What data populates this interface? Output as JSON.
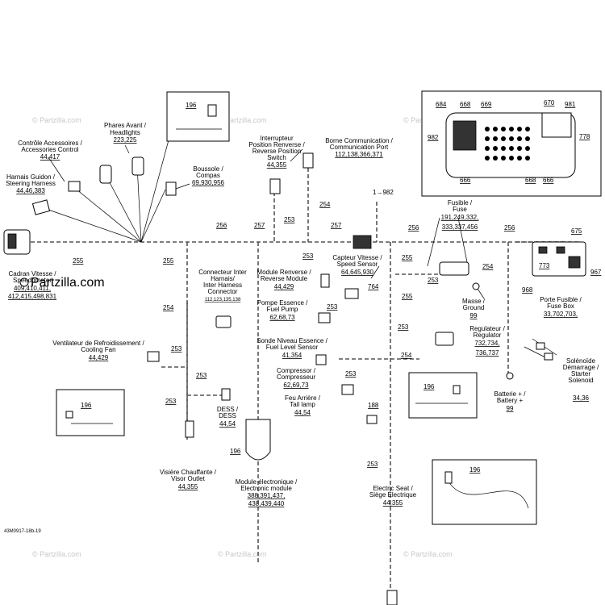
{
  "watermark": "© Partzilla.com",
  "big_watermark": "Partzilla.com",
  "figure_code": "43M0917-18b-19",
  "labels": {
    "phares_l1": "Phares Avant /",
    "phares_l2": "Headlights",
    "phares_n": "223,225",
    "controle_l1": "Contrôle Accessoires /",
    "controle_l2": "Accessories Control",
    "controle_n": "44,417",
    "guidon_l1": "Harnais Guidon /",
    "guidon_l2": "Steering Harness",
    "guidon_n": "44,46,383",
    "boussole_l1": "Boussole /",
    "boussole_l2": "Compas",
    "boussole_n": "69,930,956",
    "interrupteur_l1": "Interrupteur",
    "interrupteur_l2": "Position Renverse /",
    "interrupteur_l3": "Reverse Position",
    "interrupteur_l4": "Switch",
    "interrupteur_n": "44,355",
    "borne_l1": "Borne Communication /",
    "borne_l2": "Communication Port",
    "borne_n": "112,138,366,371",
    "cadran_l1": "Cadran Vitesse /",
    "cadran_l2": "Speedometer",
    "cadran_n1": "409,410,411,",
    "cadran_n2": "412,415,498,831",
    "connecteur_l1": "Connecteur Inter",
    "connecteur_l2": "Harnais/",
    "connecteur_l3": "Inter Harness",
    "connecteur_l4": "Connector",
    "connecteur_n": "112,123,135,138",
    "module_l1": "Module Renverse /",
    "module_l2": "Reverse Module",
    "module_n": "44,429",
    "pompe_l1": "Pompe Essence /",
    "pompe_l2": "Fuel Pump",
    "pompe_n": "62,68,73",
    "capteur_l1": "Capteur Vitesse /",
    "capteur_l2": "Speed Sensor",
    "capteur_n": "64,645,930",
    "fusible_l1": "Fusible /",
    "fusible_l2": "Fuse",
    "fusible_n1": "191,249,332,",
    "fusible_n2": "333,337,456",
    "masse_l1": "Masse /",
    "masse_l2": "Ground",
    "masse_n": "99",
    "porte_l1": "Porte Fusible /",
    "porte_l2": "Fuse Box",
    "porte_n": "33,702,703,",
    "regulateur_l1": "Regulateur /",
    "regulateur_l2": "Regulator",
    "regulateur_n1": "732,734,",
    "regulateur_n2": "736,737",
    "ventilateur_l1": "Ventilateur de Refroidissement /",
    "ventilateur_l2": "Cooling Fan",
    "ventilateur_n": "44,429",
    "sonde_l1": "Sonde Niveau Essence /",
    "sonde_l2": "Fuel Level Sensor",
    "sonde_n": "41,354",
    "compresseur_l1": "Compressor /",
    "compresseur_l2": "Compresseur",
    "compresseur_n": "62,69,73",
    "solenoide_l1": "Solénoïde",
    "solenoide_l2": "Démarrage /",
    "solenoide_l3": "Starter",
    "solenoide_l4": "Solenoid",
    "solenoide_n": "34,36",
    "batterie_l1": "Batterie + /",
    "batterie_l2": "Battery +",
    "batterie_n": "99",
    "feu_l1": "Feu Arrière /",
    "feu_l2": "Tail lamp",
    "feu_n": "44,54",
    "dess_l1": "DESS /",
    "dess_l2": "DESS",
    "dess_n": "44,54",
    "visiere_l1": "Visière Chauffante /",
    "visiere_l2": "Visor Outlet",
    "visiere_n": "44,355",
    "electronique_l1": "Module électronique /",
    "electronique_l2": "Electronic module",
    "electronique_n1": "388,391,437,",
    "electronique_n2": "438,439,440",
    "seat_l1": "Electric Seat /",
    "seat_l2": "Siège Électrique",
    "seat_n": "44,355"
  },
  "callouts": {
    "c196a": "196",
    "c196b": "196",
    "c196c": "196",
    "c196d": "196",
    "c196e": "196",
    "c255a": "255",
    "c255b": "255",
    "c255c": "255",
    "c255d": "255",
    "c256a": "256",
    "c256b": "256",
    "c256c": "256",
    "c257a": "257",
    "c257b": "257",
    "c253a": "253",
    "c253b": "253",
    "c253c": "253",
    "c253d": "253",
    "c253e": "253",
    "c253f": "253",
    "c253g": "253",
    "c253h": "253",
    "c253i": "253",
    "c253j": "253",
    "c254a": "254",
    "c254b": "254",
    "c254c": "254",
    "c254d": "254",
    "c764": "764",
    "c188": "188",
    "c982arrow": "1→982",
    "c684": "684",
    "c668a": "668",
    "c669": "669",
    "c670": "670",
    "c981": "981",
    "c778": "778",
    "c982": "982",
    "c666a": "666",
    "c668b": "668",
    "c666b": "666",
    "c675": "675",
    "c773": "773",
    "c968": "968",
    "c967": "967"
  }
}
